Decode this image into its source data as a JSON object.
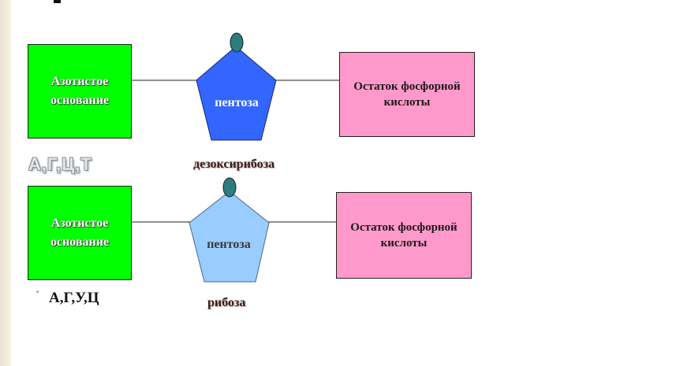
{
  "rows": [
    {
      "base_label": "Азотистое основание",
      "sugar_label": "пентоза",
      "acid_label": "Остаток фосфорной кислоты",
      "caption": "дезоксирибоза",
      "bases": "А,Г,Ц,Т",
      "sugar_color": "#3366ff",
      "sugar_text_color": "#ffffff"
    },
    {
      "base_label": "Азотистое основание",
      "sugar_label": "пентоза",
      "acid_label": "Остаток фосфорной кислоты",
      "caption": "рибоза",
      "bases": "А,Г,У,Ц",
      "sugar_color": "#99ccff",
      "sugar_text_color": "#3a3a3a"
    }
  ],
  "colors": {
    "base_box": "#00ff00",
    "acid_box": "#ff99cc",
    "knob": "#2e7d7d"
  },
  "icons": {
    "bullet": "bullet-icon"
  }
}
